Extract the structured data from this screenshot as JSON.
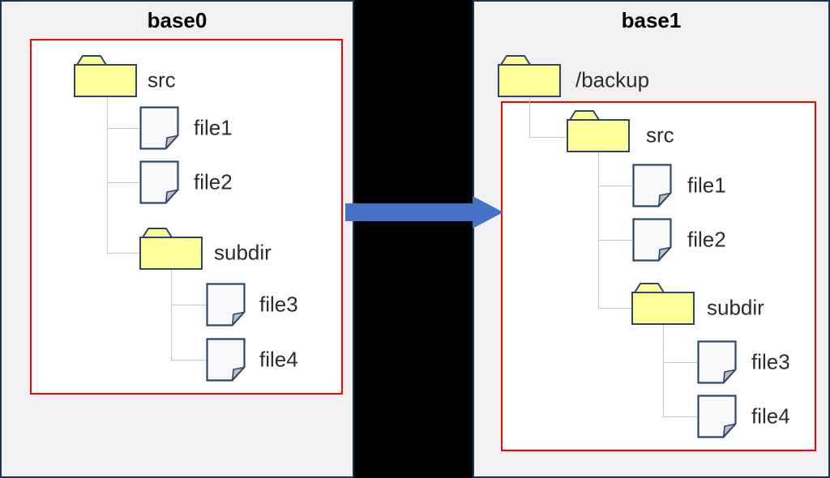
{
  "colors": {
    "panel_bg": "#f1f1f1",
    "panel_border": "#1f3355",
    "inner_bg": "#ffffff",
    "red_border": "#ff0000",
    "folder_fill": "#ffff99",
    "folder_stroke": "#2e4466",
    "file_fill": "#f8f8fb",
    "fold_fill": "#b9bec9",
    "connector": "#c6c6c6",
    "arrow": "#4472c4",
    "title_text": "#000000",
    "label_text": "#2b2b2b"
  },
  "arrow": {
    "direction": "right"
  },
  "panels": [
    {
      "title": "base0",
      "nodes": [
        {
          "kind": "folder",
          "label": "src"
        },
        {
          "kind": "file",
          "label": "file1"
        },
        {
          "kind": "file",
          "label": "file2"
        },
        {
          "kind": "folder",
          "label": "subdir"
        },
        {
          "kind": "file",
          "label": "file3"
        },
        {
          "kind": "file",
          "label": "file4"
        }
      ]
    },
    {
      "title": "base1",
      "nodes": [
        {
          "kind": "folder",
          "label": "/backup"
        },
        {
          "kind": "folder",
          "label": "src"
        },
        {
          "kind": "file",
          "label": "file1"
        },
        {
          "kind": "file",
          "label": "file2"
        },
        {
          "kind": "folder",
          "label": "subdir"
        },
        {
          "kind": "file",
          "label": "file3"
        },
        {
          "kind": "file",
          "label": "file4"
        }
      ]
    }
  ]
}
